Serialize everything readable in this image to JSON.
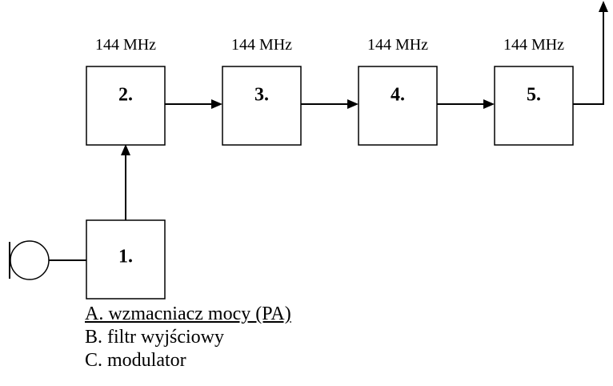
{
  "blocks": {
    "b1": {
      "label": "1."
    },
    "b2": {
      "label": "2.",
      "freq": "144 MHz"
    },
    "b3": {
      "label": "3.",
      "freq": "144 MHz"
    },
    "b4": {
      "label": "4.",
      "freq": "144 MHz"
    },
    "b5": {
      "label": "5.",
      "freq": "144 MHz"
    }
  },
  "options": [
    {
      "text": "A. wzmacniacz mocy (PA)",
      "underlined": true
    },
    {
      "text": "B. filtr wyjściowy",
      "underlined": false
    },
    {
      "text": "C. modulator",
      "underlined": false
    }
  ]
}
